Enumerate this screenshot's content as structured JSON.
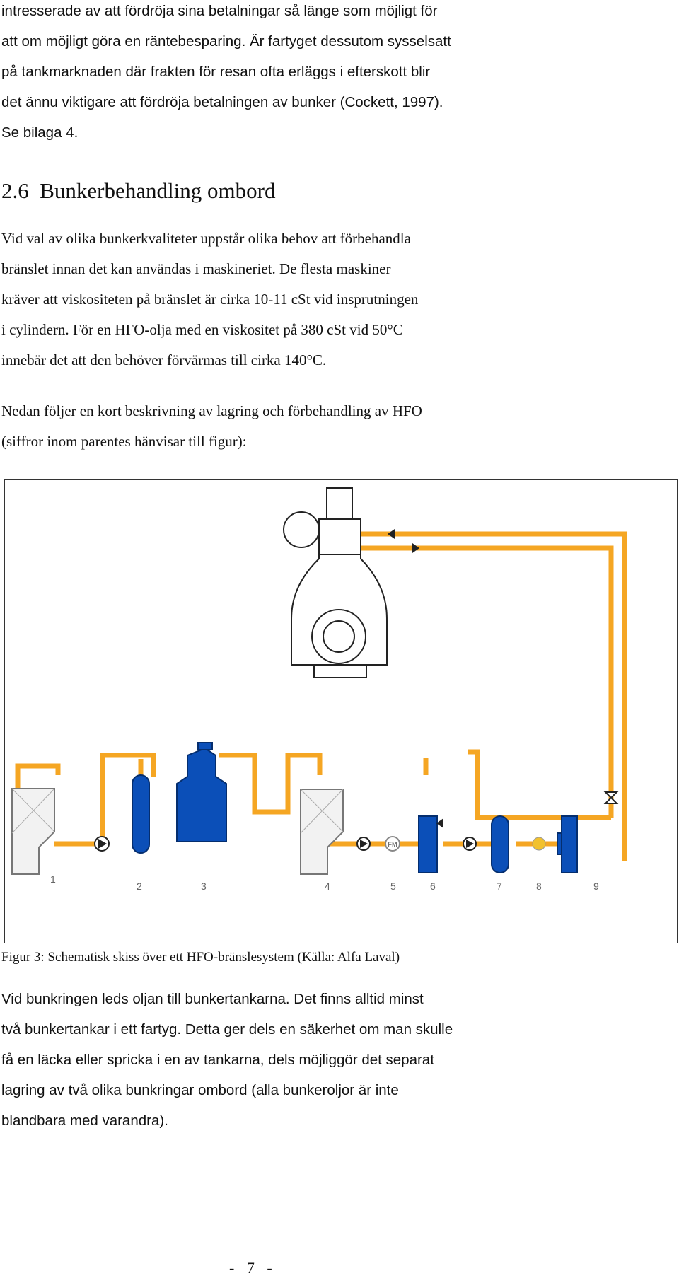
{
  "intro": {
    "lines": [
      "intresserade av att fördröja sina betalningar så länge som möjligt för",
      "att om möjligt göra en räntebesparing. Är fartyget dessutom sysselsatt",
      "på tankmarknaden där frakten för resan ofta erläggs i efterskott blir",
      "det ännu viktigare att fördröja betalningen av bunker (Cockett, 1997).",
      "Se bilaga 4."
    ]
  },
  "section": {
    "number": "2.6",
    "title": "Bunkerbehandling ombord"
  },
  "para1": {
    "lines": [
      "Vid val av olika bunkerkvaliteter uppstår olika behov att förbehandla",
      "bränslet innan det kan användas i maskineriet. De flesta maskiner",
      "kräver att viskositeten på bränslet är cirka 10-11 cSt vid insprutningen",
      "i cylindern. För en HFO-olja med en viskositet på 380 cSt vid 50°C",
      "innebär det att den behöver förvärmas till cirka 140°C."
    ]
  },
  "para2": {
    "lines": [
      "Nedan följer en kort beskrivning av lagring och förbehandling av HFO",
      "(siffror inom parentes hänvisar till figur):"
    ]
  },
  "figure": {
    "labels": [
      "1",
      "2",
      "3",
      "4",
      "5",
      "6",
      "7",
      "8",
      "9"
    ],
    "flowmeter_text": "FM",
    "colors": {
      "pipe": "#f5a623",
      "equipment": "#0b4fb8",
      "outline": "#222222",
      "valve_yellow": "#f2c12e"
    }
  },
  "caption": "Figur 3: Schematisk skiss över ett HFO-bränslesystem (Källa: Alfa Laval)",
  "para3": {
    "lines": [
      "Vid bunkringen leds oljan till bunkertankarna. Det finns alltid minst",
      "två bunkertankar i ett fartyg. Detta ger dels en säkerhet om man skulle",
      "få en läcka eller spricka i en av tankarna, dels möjliggör det separat",
      "lagring av två olika bunkringar ombord (alla bunkeroljor är inte",
      "blandbara med varandra)."
    ]
  },
  "page_number": "- 7 -"
}
